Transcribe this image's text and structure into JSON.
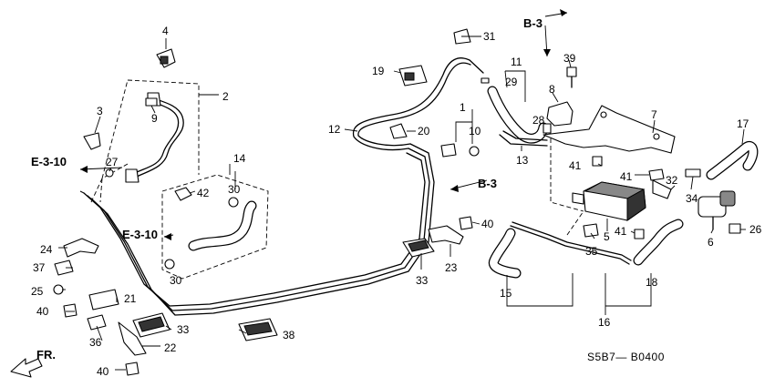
{
  "diagram": {
    "code": "S5B7— B0400",
    "front_label": "FR.",
    "references": [
      {
        "id": "ref-b3-top",
        "text": "B-3"
      },
      {
        "id": "ref-b3-mid",
        "text": "B-3"
      },
      {
        "id": "ref-e310-left",
        "text": "E-3-10"
      },
      {
        "id": "ref-e310-mid",
        "text": "E-3-10"
      }
    ],
    "callouts": {
      "n1": "1",
      "n2": "2",
      "n3": "3",
      "n4": "4",
      "n5": "5",
      "n6": "6",
      "n7": "7",
      "n8": "8",
      "n9": "9",
      "n10": "10",
      "n11": "11",
      "n12": "12",
      "n13": "13",
      "n14": "14",
      "n15": "15",
      "n16": "16",
      "n17": "17",
      "n18": "18",
      "n19": "19",
      "n20": "20",
      "n21": "21",
      "n22": "22",
      "n23": "23",
      "n24": "24",
      "n25": "25",
      "n26": "26",
      "n27": "27",
      "n28": "28",
      "n29": "29",
      "n30a": "30",
      "n30b": "30",
      "n31": "31",
      "n32": "32",
      "n33a": "33",
      "n33b": "33",
      "n34": "34",
      "n35": "35",
      "n36": "36",
      "n37": "37",
      "n38": "38",
      "n39": "39",
      "n40a": "40",
      "n40b": "40",
      "n40c": "40",
      "n41a": "41",
      "n41b": "41",
      "n41c": "41",
      "n42": "42"
    }
  }
}
